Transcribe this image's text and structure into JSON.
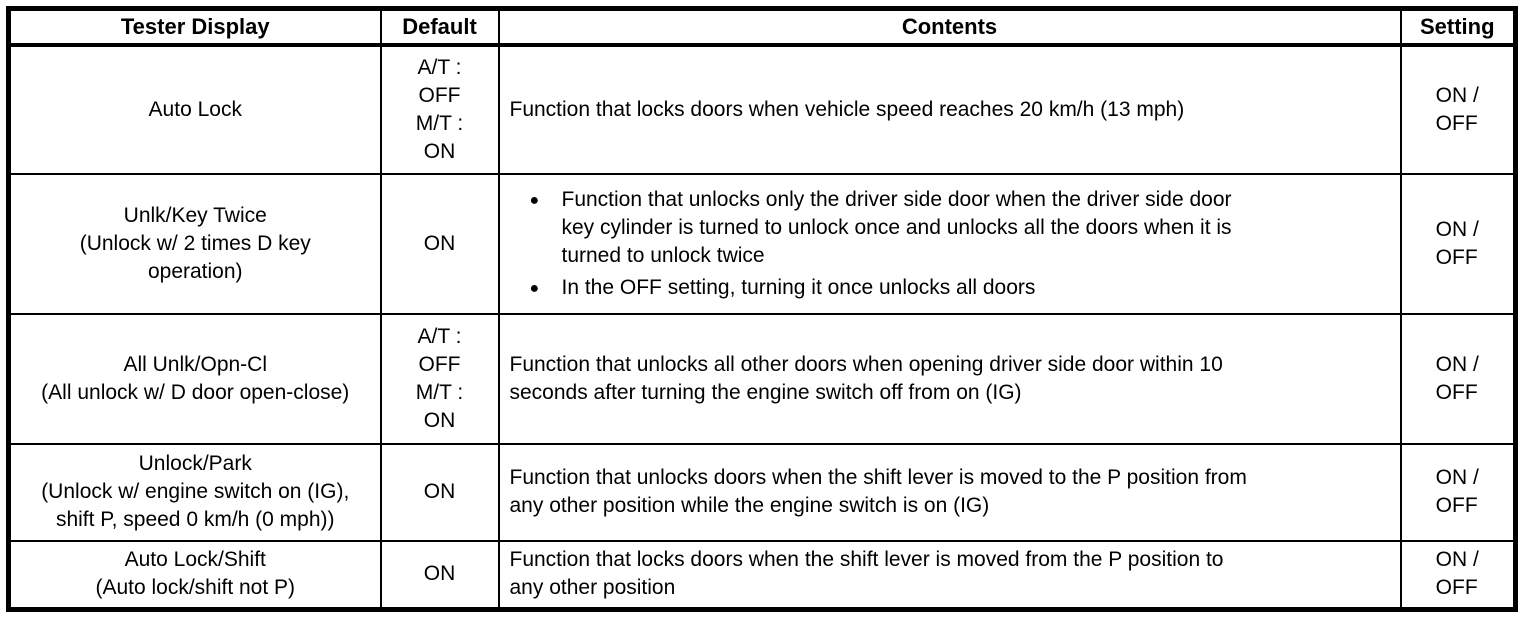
{
  "table": {
    "headers": {
      "tester_display": "Tester Display",
      "default": "Default",
      "contents": "Contents",
      "setting": "Setting"
    },
    "rows": [
      {
        "display_lines": [
          "Auto Lock"
        ],
        "default_lines": [
          "A/T :",
          "OFF",
          "M/T :",
          "ON"
        ],
        "contents_lines": [
          "Function that locks doors when vehicle speed reaches 20 km/h (13 mph)"
        ],
        "setting_lines": [
          "ON /",
          "OFF"
        ]
      },
      {
        "display_lines": [
          "Unlk/Key Twice",
          "(Unlock w/ 2 times D key",
          "operation)"
        ],
        "default_lines": [
          "ON"
        ],
        "contents_bullets": [
          [
            "Function that unlocks only the driver side door when the driver side door",
            "key cylinder is turned to unlock once and unlocks all the doors when it is",
            "turned to unlock twice"
          ],
          [
            "In the OFF setting, turning it once unlocks all doors"
          ]
        ],
        "setting_lines": [
          "ON /",
          "OFF"
        ]
      },
      {
        "display_lines": [
          "All Unlk/Opn-Cl",
          "(All unlock w/ D door open-close)"
        ],
        "default_lines": [
          "A/T :",
          "OFF",
          "M/T :",
          "ON"
        ],
        "contents_lines": [
          "Function that unlocks all other doors when opening driver side door within 10",
          "seconds after turning the engine switch off from on (IG)"
        ],
        "setting_lines": [
          "ON /",
          "OFF"
        ]
      },
      {
        "display_lines": [
          "Unlock/Park",
          "(Unlock w/ engine switch on (IG),",
          "shift P, speed 0 km/h (0 mph))"
        ],
        "default_lines": [
          "ON"
        ],
        "contents_lines": [
          "Function that unlocks doors when the shift lever is moved to the P position from",
          "any other position while the engine switch is on (IG)"
        ],
        "setting_lines": [
          "ON /",
          "OFF"
        ]
      },
      {
        "display_lines": [
          "Auto Lock/Shift",
          "(Auto lock/shift not P)"
        ],
        "default_lines": [
          "ON"
        ],
        "contents_lines": [
          "Function that locks doors when the shift lever is moved from the P position to",
          "any other position"
        ],
        "setting_lines": [
          "ON /",
          "OFF"
        ]
      }
    ],
    "colors": {
      "border": "#000000",
      "background": "#ffffff",
      "text": "#000000"
    }
  }
}
